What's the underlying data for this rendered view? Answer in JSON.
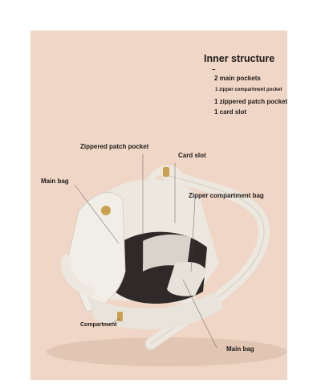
{
  "inner": {
    "title": "Inner structure",
    "dash": "–",
    "line1": "2 main pockets",
    "line2": "1 zipper compartment pocket",
    "line3": "1 zippered patch pocket",
    "line4": "1 card slot"
  },
  "labels": {
    "zippered_patch": "Zippered patch pocket",
    "card_slot": "Card slot",
    "main_bag_left": "Main bag",
    "zipper_compartment": "Zipper compartment bag",
    "compartment": "Compartment",
    "main_bag_bottom": "Main bag"
  },
  "colors": {
    "background": "#efd6c6",
    "leather": "#ece8df",
    "lining": "#2f2a27",
    "hardware": "#c8a24e"
  }
}
